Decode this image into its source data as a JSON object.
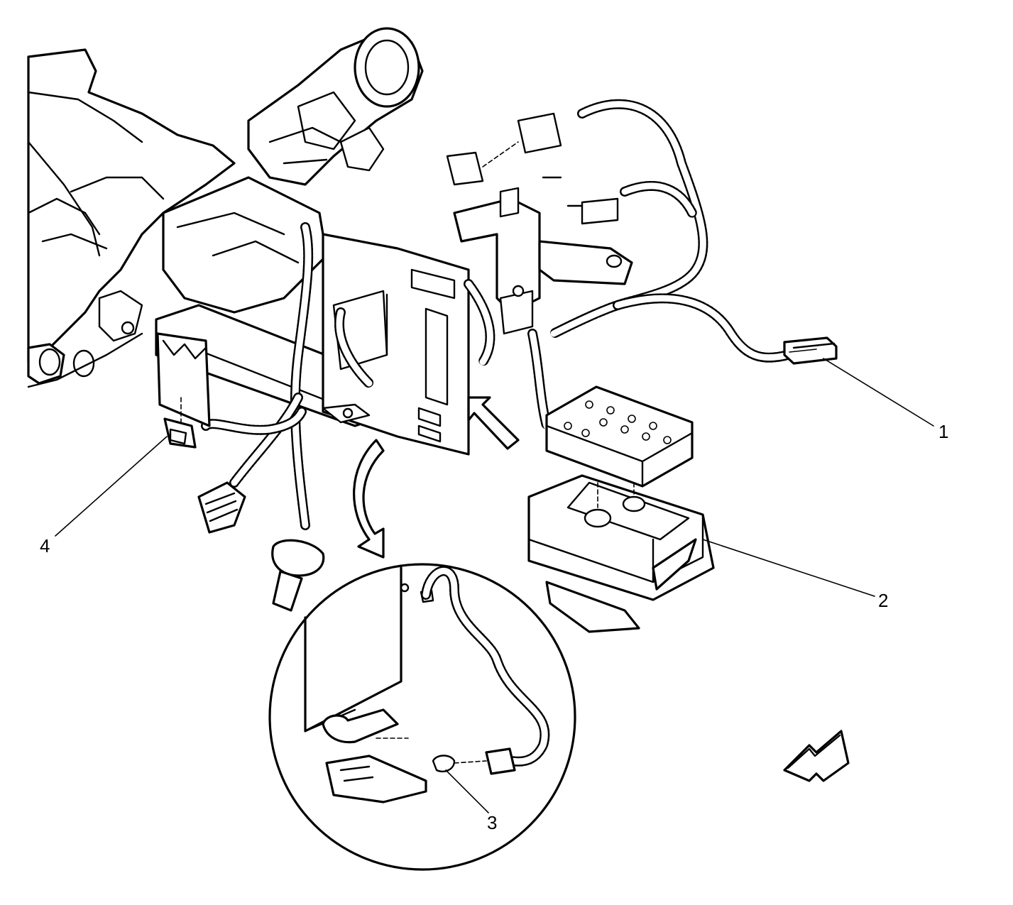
{
  "callouts": [
    {
      "id": "1",
      "label": "1"
    },
    {
      "id": "2",
      "label": "2"
    },
    {
      "id": "3",
      "label": "3"
    },
    {
      "id": "4",
      "label": "4"
    }
  ],
  "icons": {
    "front_arrow": "direction-arrow-icon",
    "install_arrow": "install-arrow-icon",
    "rotation_arrow": "curved-arrow-icon"
  },
  "colors": {
    "line": "#000000",
    "background": "#ffffff"
  }
}
